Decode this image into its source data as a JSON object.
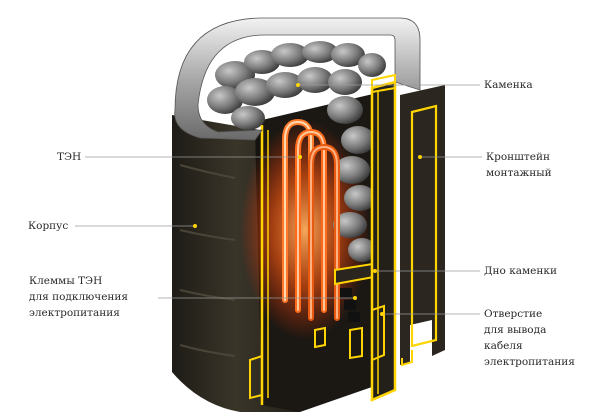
{
  "labels": {
    "kamenka": "Каменка",
    "ten": "ТЭН",
    "kronshtein_line1": "Кронштейн",
    "kronshtein_line2": "монтажный",
    "korpus": "Корпус",
    "dno": "Дно каменки",
    "klemmy_line1": "Клеммы ТЭН",
    "klemmy_line2": "для подключения",
    "klemmy_line3": "электропитания",
    "otverstie_line1": "Отверстие",
    "otverstie_line2": "для вывода",
    "otverstie_line3": "кабеля",
    "otverstie_line4": "электропитания"
  },
  "colors": {
    "body": "#2e2a22",
    "body_dark": "#1c1a15",
    "rim": "#c9c9c9",
    "highlight": "#ffd400",
    "heat": "#ff6a1a",
    "leader": "#9a9a9a"
  }
}
